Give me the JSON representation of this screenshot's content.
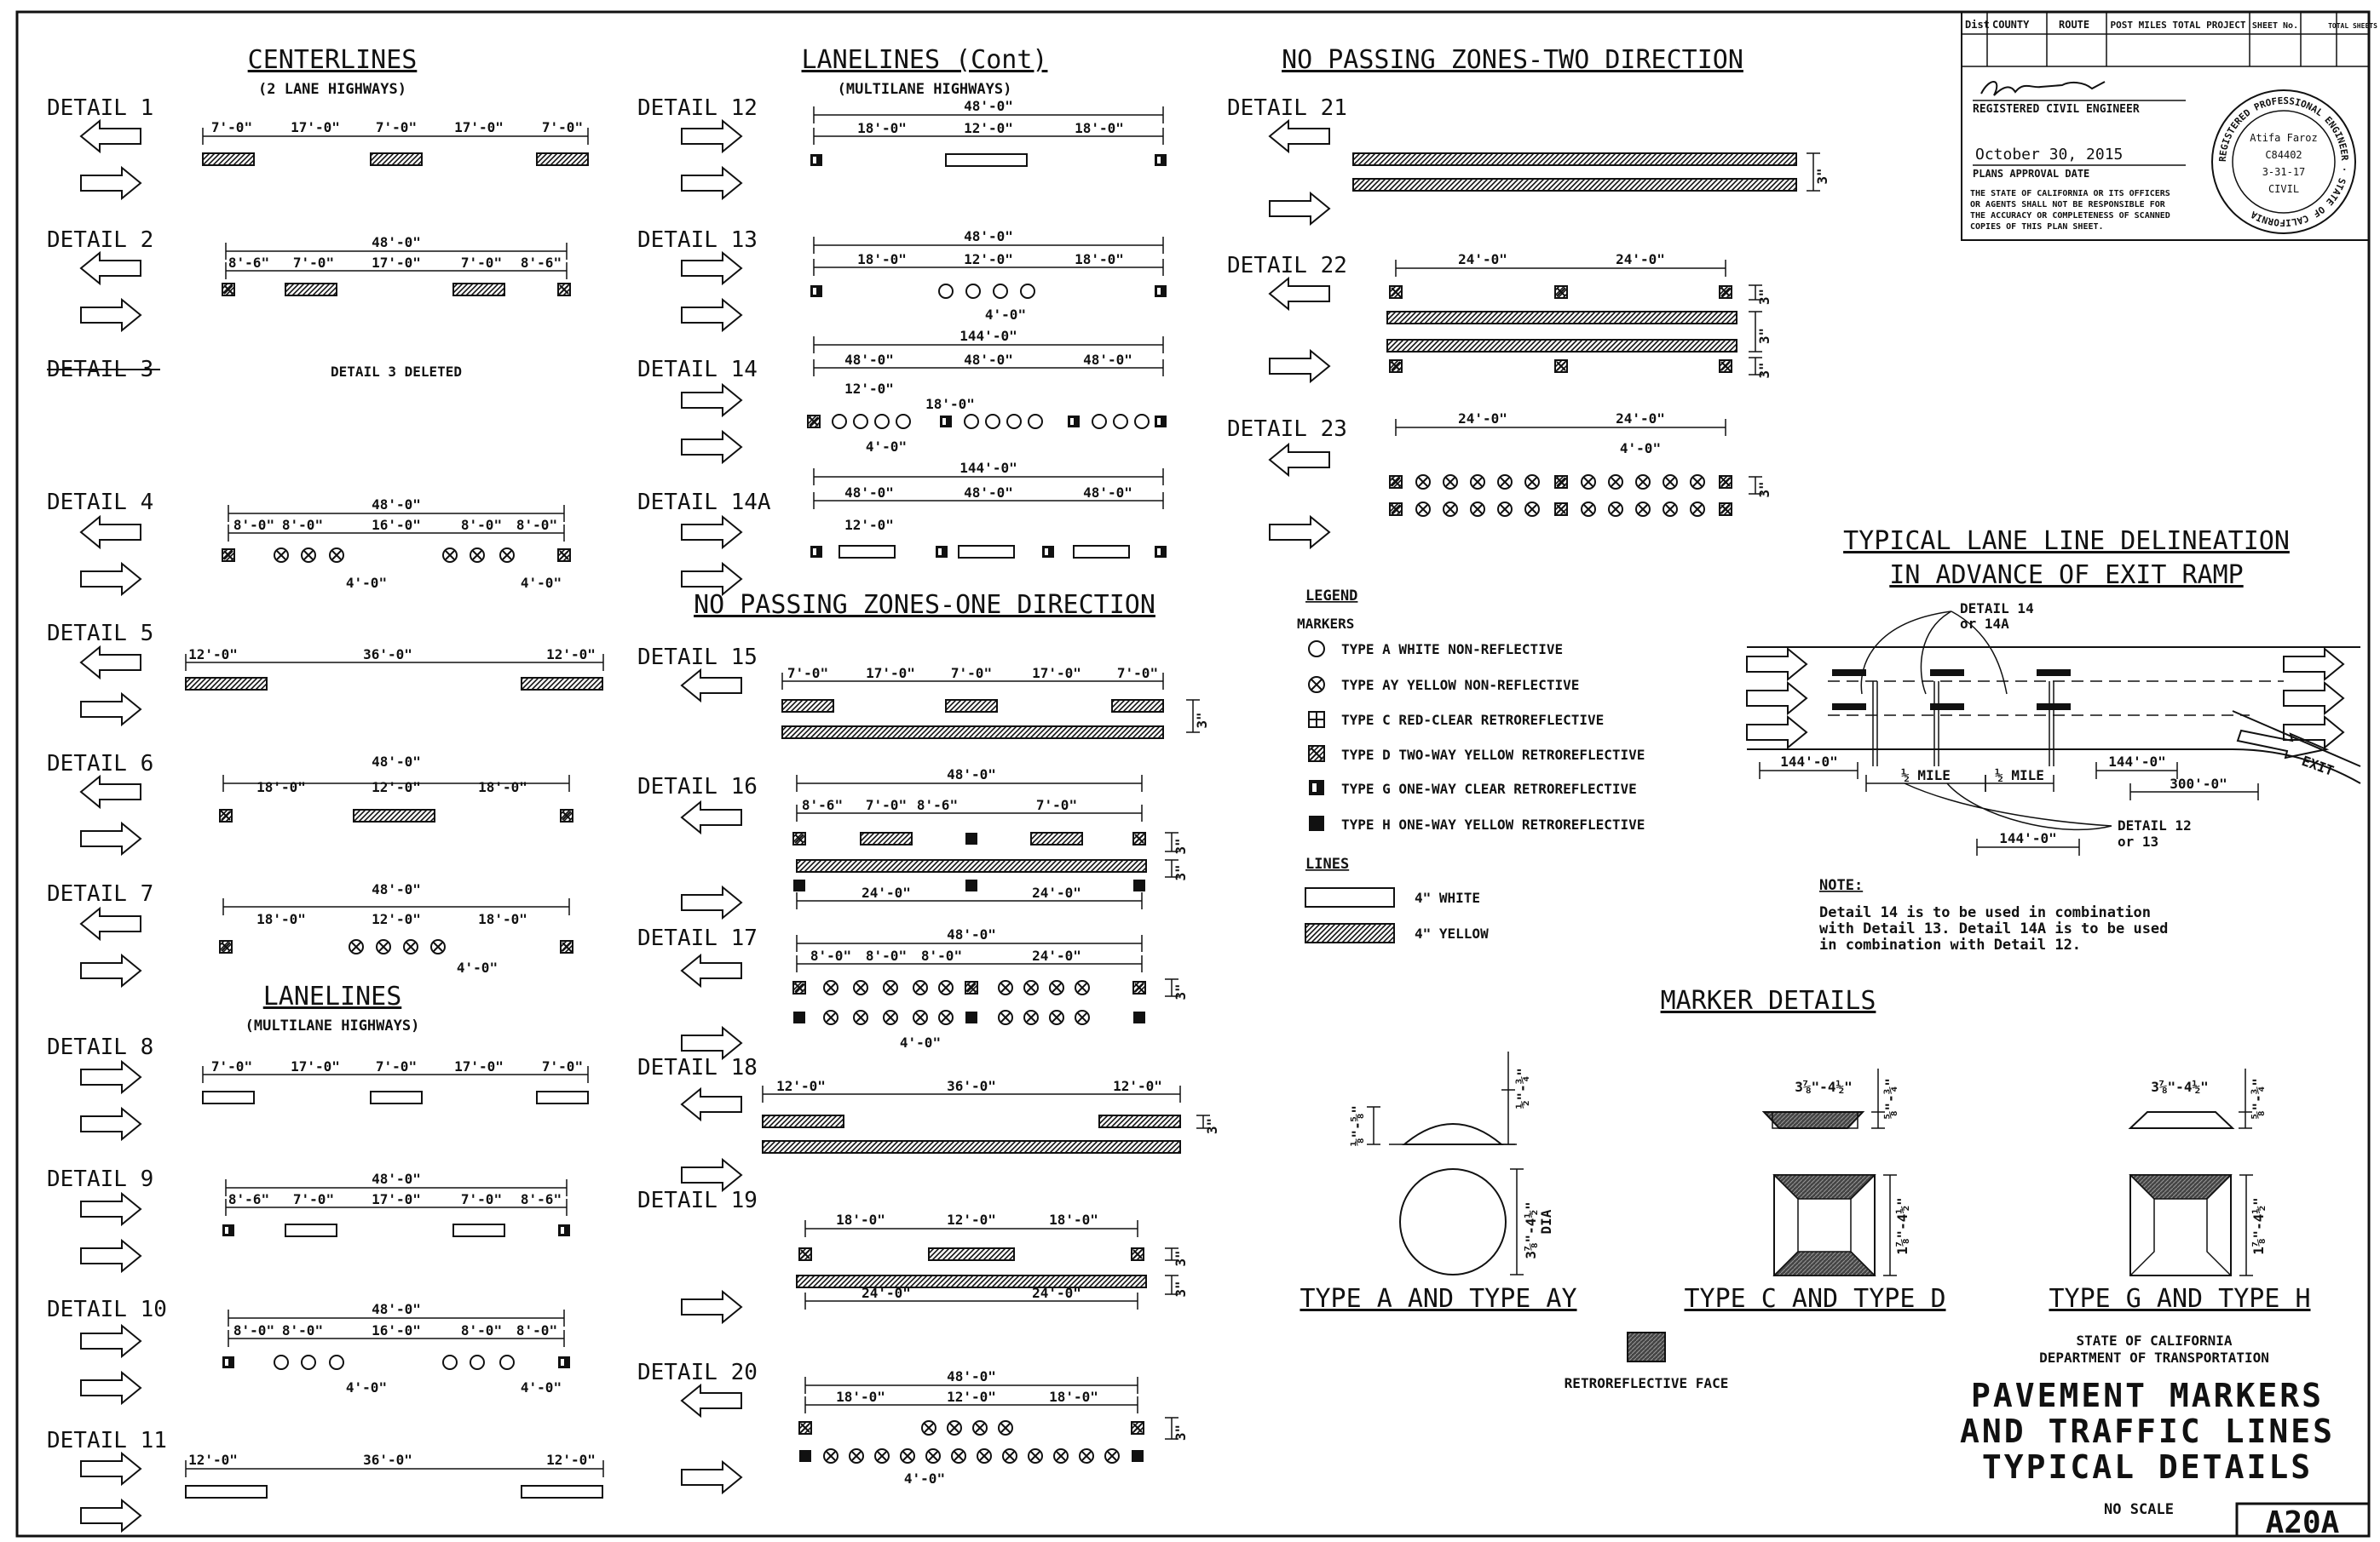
{
  "sections": {
    "centerlines": "CENTERLINES",
    "centerlines_sub": "(2 LANE HIGHWAYS)",
    "lanelines": "LANELINES",
    "lanelines_sub": "(MULTILANE HIGHWAYS)",
    "lanelines_cont": "LANELINES (Cont)",
    "lanelines_cont_sub": "(MULTILANE HIGHWAYS)",
    "npz_one": "NO PASSING ZONES-ONE DIRECTION",
    "npz_two": "NO PASSING ZONES-TWO DIRECTION",
    "typical": "TYPICAL LANE LINE DELINEATION",
    "typical2": "IN ADVANCE OF EXIT RAMP",
    "marker_details": "MARKER DETAILS"
  },
  "details": {
    "d1": "DETAIL 1",
    "d2": "DETAIL 2",
    "d3": "DETAIL 3",
    "d3_deleted": "DETAIL 3 DELETED",
    "d4": "DETAIL 4",
    "d5": "DETAIL 5",
    "d6": "DETAIL 6",
    "d7": "DETAIL 7",
    "d8": "DETAIL 8",
    "d9": "DETAIL 9",
    "d10": "DETAIL 10",
    "d11": "DETAIL 11",
    "d12": "DETAIL 12",
    "d13": "DETAIL 13",
    "d14": "DETAIL 14",
    "d14a": "DETAIL 14A",
    "d15": "DETAIL 15",
    "d16": "DETAIL 16",
    "d17": "DETAIL 17",
    "d18": "DETAIL 18",
    "d19": "DETAIL 19",
    "d20": "DETAIL 20",
    "d21": "DETAIL 21",
    "d22": "DETAIL 22",
    "d23": "DETAIL 23"
  },
  "dims": {
    "d7_0": "7'-0\"",
    "d17_0": "17'-0\"",
    "d48_0": "48'-0\"",
    "d8_6": "8'-6\"",
    "d8_0": "8'-0\"",
    "d16_0": "16'-0\"",
    "d4_0": "4'-0\"",
    "d12_0": "12'-0\"",
    "d36_0": "36'-0\"",
    "d18_0": "18'-0\"",
    "d144_0": "144'-0\"",
    "d24_0": "24'-0\"",
    "d300_0": "300'-0\"",
    "d3": "3\"",
    "half_mile": "½ MILE",
    "det14": "DETAIL 14",
    "or14a": "or 14A",
    "det12": "DETAIL 12",
    "or13": "or 13",
    "exit": "EXIT"
  },
  "legend": {
    "title": "LEGEND",
    "markers": "MARKERS",
    "a": "TYPE A WHITE NON-REFLECTIVE",
    "ay": "TYPE AY YELLOW NON-REFLECTIVE",
    "c": "TYPE C RED-CLEAR RETROREFLECTIVE",
    "d": "TYPE D TWO-WAY YELLOW RETROREFLECTIVE",
    "g": "TYPE G ONE-WAY CLEAR RETROREFLECTIVE",
    "h": "TYPE H ONE-WAY YELLOW RETROREFLECTIVE",
    "lines": "LINES",
    "white": "4\" WHITE",
    "yellow": "4\" YELLOW"
  },
  "note": {
    "title": "NOTE:",
    "l1": "Detail 14 is to be used in combination",
    "l2": "with Detail 13. Detail 14A is to be used",
    "l3": "in combination with Detail 12."
  },
  "markers": {
    "ta": "TYPE A AND TYPE AY",
    "tc": "TYPE C AND TYPE D",
    "tg": "TYPE G AND TYPE H",
    "dim_a_h": "½\"-¾\"",
    "dim_a_h2": "⅛\"-⅝\"",
    "dim_a_d": "3⅞\"-4½\"",
    "dia": "DIA",
    "dim_c_w": "3⅞\"-4½\"",
    "dim_c_h": "⅝\"-¾\"",
    "dim_c_w2": "1⅞\"-4½\"",
    "retro": "RETROREFLECTIVE FACE"
  },
  "title_block": {
    "h_dist": "Dist",
    "h_county": "COUNTY",
    "h_route": "ROUTE",
    "h_post": "POST MILES TOTAL PROJECT",
    "h_sheet": "SHEET No.",
    "h_total": "TOTAL SHEETS",
    "engineer": "REGISTERED CIVIL ENGINEER",
    "date": "October 30, 2015",
    "date_label": "PLANS APPROVAL DATE",
    "disclaimer1": "THE STATE OF CALIFORNIA OR ITS OFFICERS",
    "disclaimer2": "OR AGENTS SHALL NOT BE RESPONSIBLE FOR",
    "disclaimer3": "THE ACCURACY OR COMPLETENESS OF SCANNED",
    "disclaimer4": "COPIES OF THIS PLAN SHEET.",
    "seal_name": "Atifa Faroz",
    "seal_no": "C84402",
    "seal_exp": "3-31-17",
    "seal_civ": "CIVIL",
    "seal_ring": "REGISTERED PROFESSIONAL ENGINEER · STATE OF CALIFORNIA"
  },
  "agency": {
    "state": "STATE OF CALIFORNIA",
    "dept": "DEPARTMENT OF TRANSPORTATION",
    "t1": "PAVEMENT MARKERS",
    "t2": "AND TRAFFIC LINES",
    "t3": "TYPICAL DETAILS",
    "scale": "NO SCALE",
    "sheet": "A20A"
  }
}
